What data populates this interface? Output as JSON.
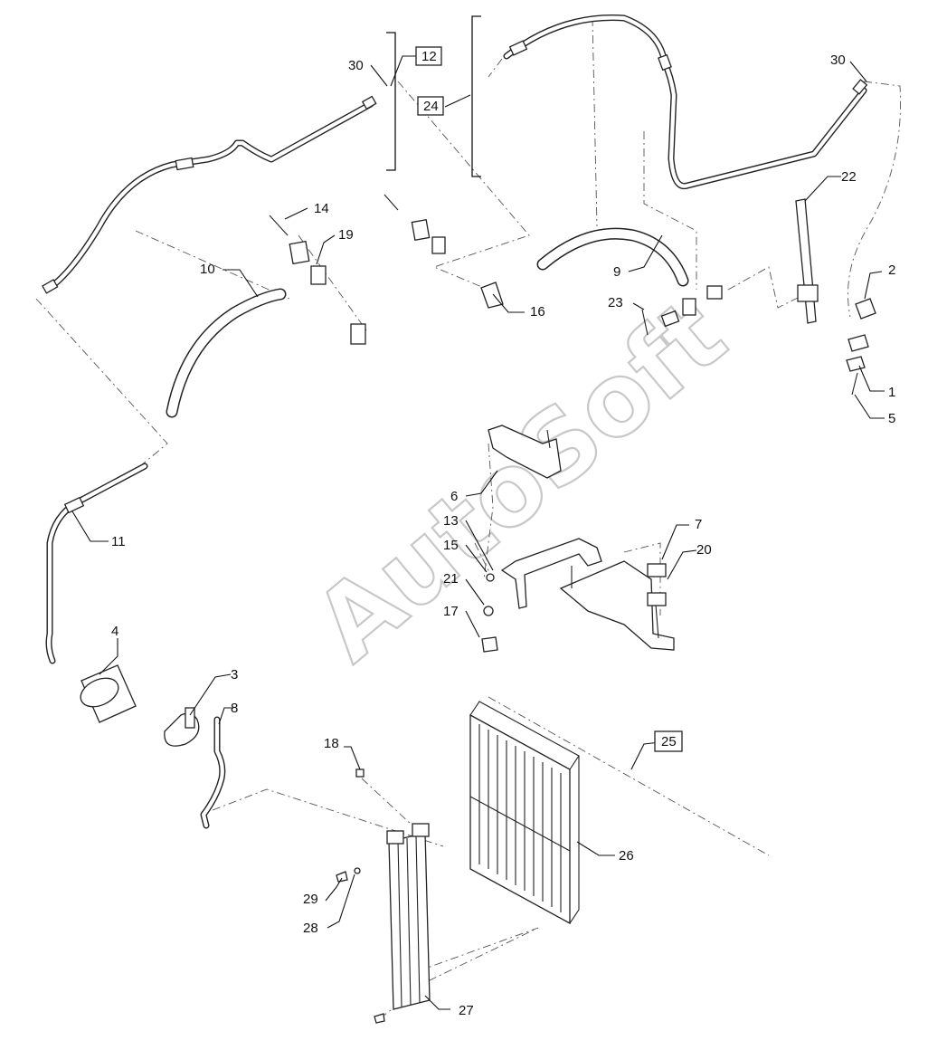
{
  "watermark": "AutoSoft",
  "callouts": {
    "c1": "1",
    "c2": "2",
    "c3": "3",
    "c4": "4",
    "c5": "5",
    "c6": "6",
    "c7": "7",
    "c8": "8",
    "c9": "9",
    "c10": "10",
    "c11": "11",
    "c13": "13",
    "c14": "14",
    "c15": "15",
    "c16": "16",
    "c17": "17",
    "c18": "18",
    "c19": "19",
    "c20": "20",
    "c21": "21",
    "c22": "22",
    "c23": "23",
    "c26": "26",
    "c27": "27",
    "c28": "28",
    "c29": "29",
    "c30a": "30",
    "c30b": "30"
  },
  "boxed_callouts": {
    "b12": "12",
    "b24": "24",
    "b25": "25"
  },
  "colors": {
    "line": "#222222",
    "background": "#ffffff",
    "watermark": "#c8c8c8"
  }
}
